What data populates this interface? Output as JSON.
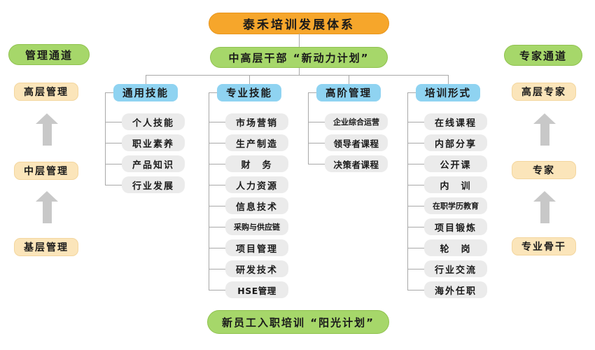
{
  "title": "泰禾培训发展体系",
  "subtitle": "中高层干部 “新动力计划”",
  "bottom_banner": "新员工入职培训 “阳光计划”",
  "left_channel": {
    "header": "管理通道",
    "levels": [
      "高层管理",
      "中层管理",
      "基层管理"
    ]
  },
  "right_channel": {
    "header": "专家通道",
    "levels": [
      "高层专家",
      "专家",
      "专业骨干"
    ]
  },
  "columns": [
    {
      "header": "通用技能",
      "items": [
        "个人技能",
        "职业素养",
        "产品知识",
        "行业发展"
      ]
    },
    {
      "header": "专业技能",
      "items": [
        "市场营销",
        "生产制造",
        "财　务",
        "人力资源",
        "信息技术",
        "采购与供应链",
        "项目管理",
        "研发技术",
        "HSE管理"
      ]
    },
    {
      "header": "高阶管理",
      "items": [
        "企业综合运营",
        "领导者课程",
        "决策者课程"
      ]
    },
    {
      "header": "培训形式",
      "items": [
        "在线课程",
        "内部分享",
        "公开课",
        "内　训",
        "在职学历教育",
        "项目锻炼",
        "轮　岗",
        "行业交流",
        "海外任职"
      ]
    }
  ],
  "colors": {
    "orange": "#F6A62B",
    "green": "#A6D76A",
    "blue": "#8FD3F1",
    "peach": "#FBE5BA",
    "item": "#EBEBEB",
    "line": "#A9A9A9",
    "arrow": "#C8C8C8"
  }
}
